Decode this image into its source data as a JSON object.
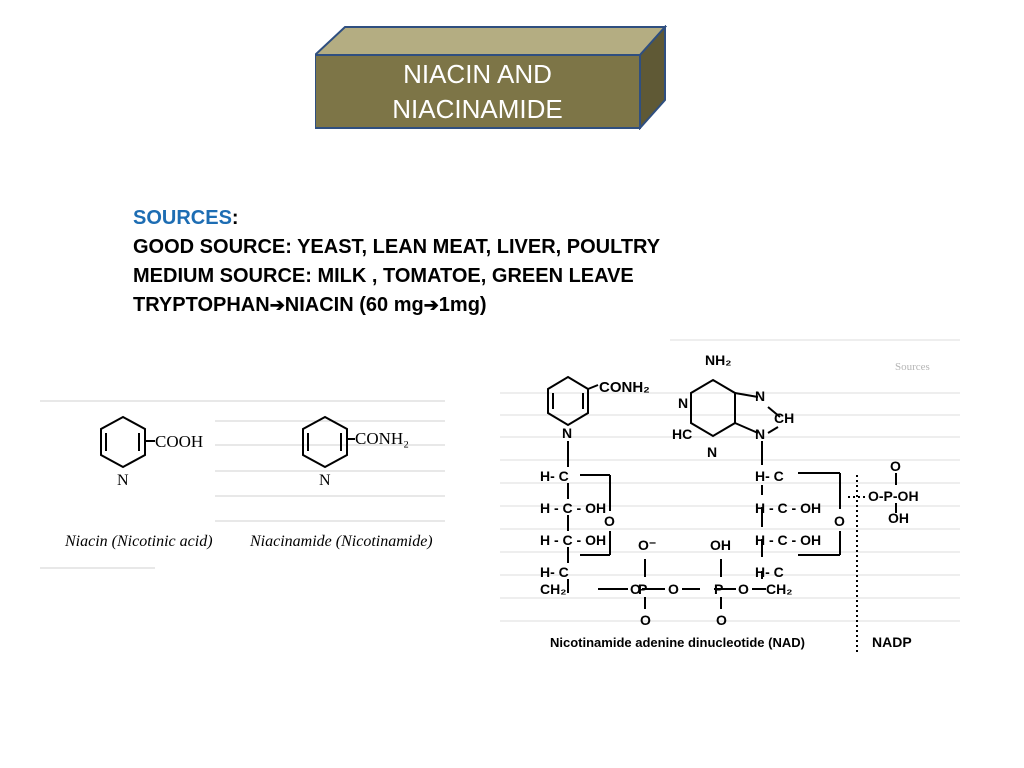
{
  "slide": {
    "title_line1": "NIACIN AND",
    "title_line2": "NIACINAMIDE",
    "colors": {
      "title_face": "#7d7547",
      "title_top": "#b4ad82",
      "title_side": "#5f5935",
      "title_border": "#2f4f80",
      "sources_heading": "#1d6db3"
    }
  },
  "sources": {
    "heading": "SOURCES",
    "colon": ":",
    "good": "GOOD SOURCE: YEAST, LEAN MEAT, LIVER, POULTRY",
    "medium": "MEDIUM SOURCE: MILK , TOMATOE, GREEN LEAVE",
    "tryptophan_a": "TRYPTOPHAN",
    "arrow": "➔",
    "tryptophan_b": "NIACIN (60 mg",
    "tryptophan_c": "1mg)"
  },
  "left_figure": {
    "niacin_group": "COOH",
    "niacinamide_group": "CONH₂",
    "ring_n": "N",
    "niacin_caption": "Niacin (Nicotinic acid)",
    "niacinamide_caption": "Niacinamide (Nicotinamide)"
  },
  "right_figure": {
    "conh2": "CONH₂",
    "nh2": "NH₂",
    "n": "N",
    "ch": "CH",
    "hc": "HC",
    "hc_row": "H- C",
    "hcoh": "H - C - OH",
    "o": "O",
    "ominus": "O⁻",
    "oh": "OH",
    "p": "P",
    "ch2": "CH₂",
    "phosphate_group": "O-P-OH",
    "caption_nad": "Nicotinamide adenine dinucleotide (NAD)",
    "caption_nadp": "NADP",
    "bg_heading": "Sources"
  }
}
